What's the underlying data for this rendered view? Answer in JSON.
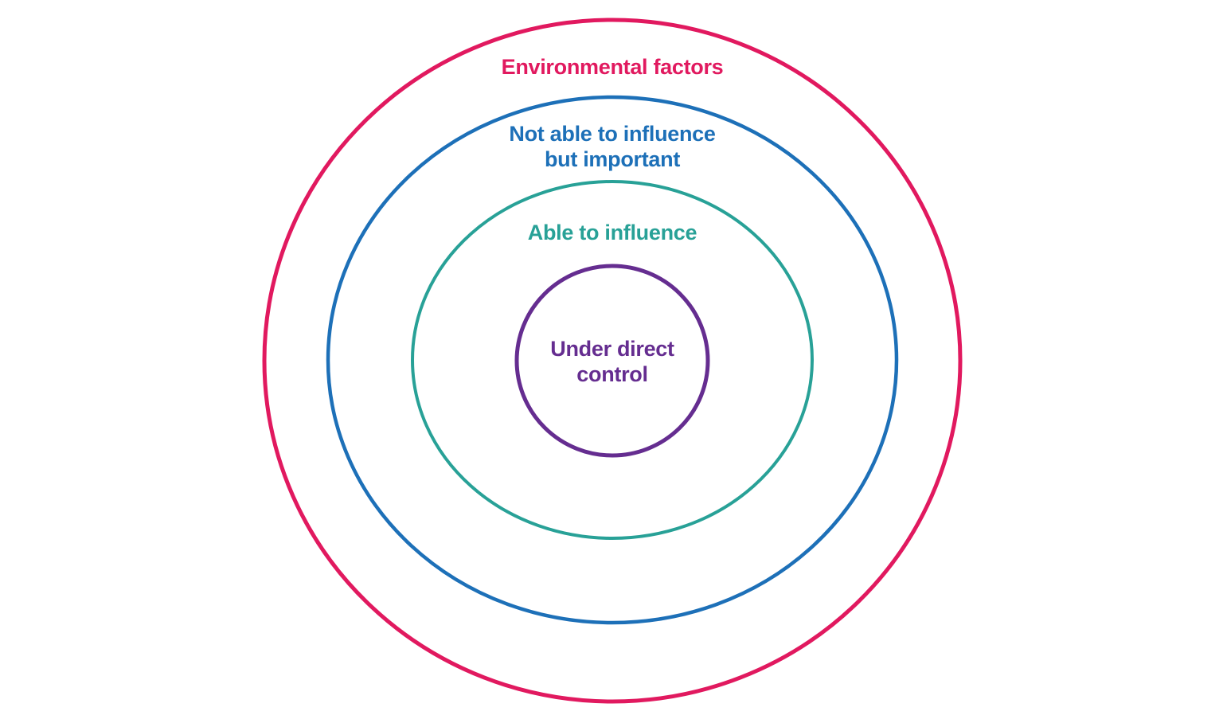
{
  "diagram": {
    "type": "concentric-circles",
    "background": "#ffffff",
    "rings": [
      {
        "id": "environmental-factors",
        "lines": [
          "Environmental factors"
        ],
        "color": "#e1195f"
      },
      {
        "id": "not-able-to-influence-but-important",
        "lines": [
          "Not able to influence",
          "but important"
        ],
        "color": "#1d70b8"
      },
      {
        "id": "able-to-influence",
        "lines": [
          "Able to influence"
        ],
        "color": "#28a197"
      },
      {
        "id": "under-direct-control",
        "lines": [
          "Under direct",
          "control"
        ],
        "color": "#652d90"
      }
    ]
  }
}
